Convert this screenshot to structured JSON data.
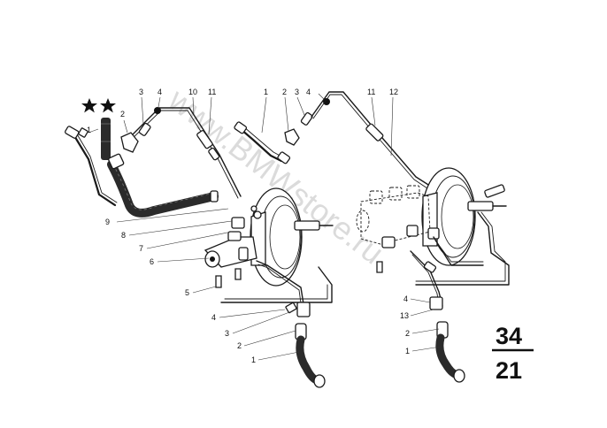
{
  "watermark": "www.BMWstore.ru",
  "group_number": "34",
  "sub_number": "21",
  "left_assembly": {
    "labels": {
      "l1_top": "1",
      "l2_top": "2",
      "l3_top": "3",
      "l4_top": "4",
      "l10": "10",
      "l11": "11",
      "l9": "9",
      "l8": "8",
      "l7": "7",
      "l6": "6",
      "l5": "5",
      "l4_bot": "4",
      "l3_bot": "3",
      "l2_bot": "2",
      "l1_bot": "1"
    },
    "star_icon": "star-icon"
  },
  "right_assembly": {
    "labels": {
      "l1_top": "1",
      "l2_top": "2",
      "l3_top": "3",
      "l4_top": "4",
      "l11": "11",
      "l12": "12",
      "l4_bot": "4",
      "l13": "13",
      "l2_bot": "2",
      "l1_bot": "1"
    }
  }
}
